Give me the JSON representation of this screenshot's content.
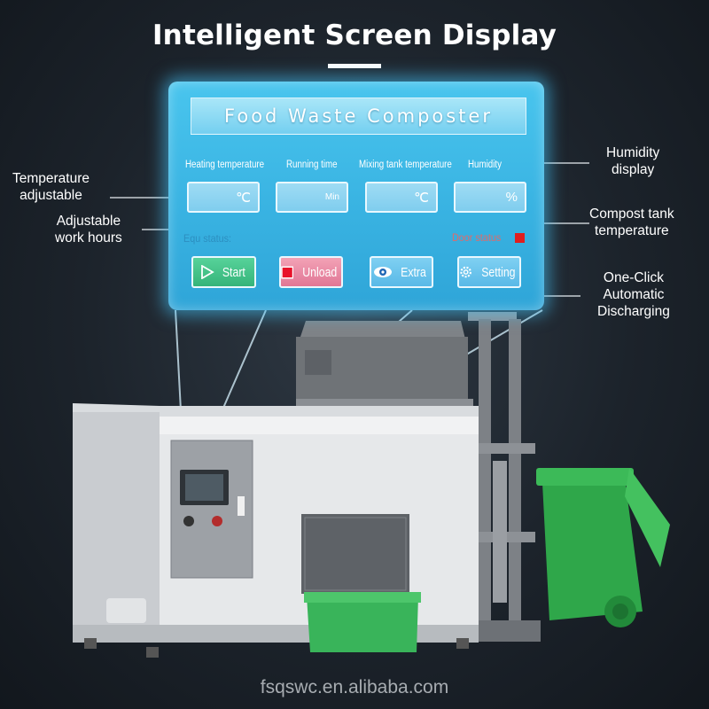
{
  "header": {
    "title": "Intelligent Screen Display"
  },
  "screen": {
    "title": "Food Waste Composter",
    "fields": [
      {
        "label": "Heating temperature",
        "unit": "℃"
      },
      {
        "label": "Running time",
        "unit": "Min"
      },
      {
        "label": "Mixing tank temperature",
        "unit": "℃"
      },
      {
        "label": "Humidity",
        "unit": "%"
      }
    ],
    "equ_status_label": "Equ status:",
    "door_status_label": "Door status",
    "buttons": {
      "start": "Start",
      "unload": "Unload",
      "extra": "Extra",
      "setting": "Setting"
    },
    "colors": {
      "panel": "#3cb8e6",
      "start": "#3fbf86",
      "unload": "#e8849e",
      "door_indicator": "#e01e1e"
    }
  },
  "callouts": {
    "temperature": [
      "Temperature",
      "adjustable"
    ],
    "work_hours": [
      "Adjustable",
      "work hours"
    ],
    "humidity": [
      "Humidity",
      "display"
    ],
    "compost": [
      "Compost tank",
      "temperature"
    ],
    "discharge": [
      "One-Click",
      "Automatic",
      "Discharging"
    ]
  },
  "footer": {
    "watermark": "fsqswc.en.alibaba.com"
  }
}
